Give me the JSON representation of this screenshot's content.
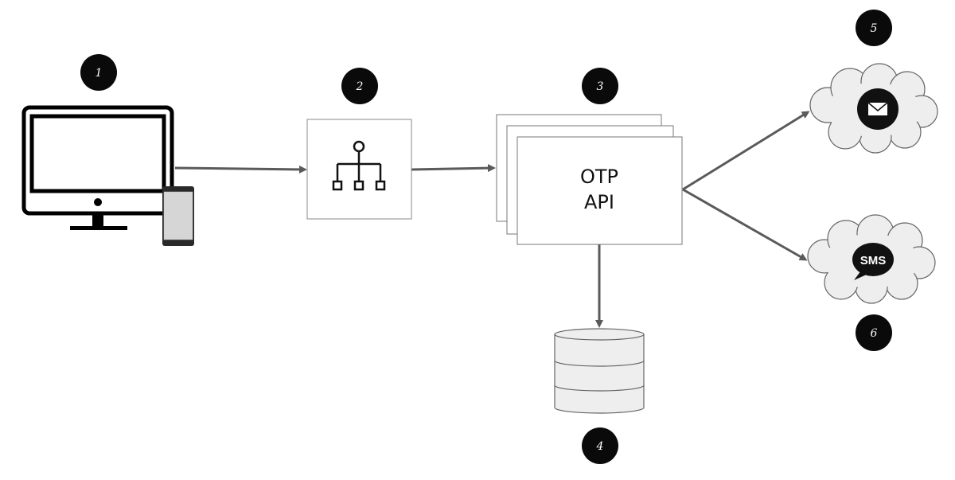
{
  "badges": [
    "1",
    "2",
    "3",
    "4",
    "5",
    "6"
  ],
  "api": {
    "line1": "OTP",
    "line2": "API"
  },
  "sms": {
    "label": "SMS"
  },
  "icons": {
    "client": "desktop-monitor-icon",
    "phone": "smartphone-icon",
    "router": "load-balancer-icon",
    "database": "database-icon",
    "email": "envelope-icon",
    "sms": "sms-bubble-icon"
  },
  "colors": {
    "arrow": "#5a5a5a",
    "badge": "#0a0a0a",
    "cloud": "#eeeeee",
    "stroke": "#666666"
  }
}
